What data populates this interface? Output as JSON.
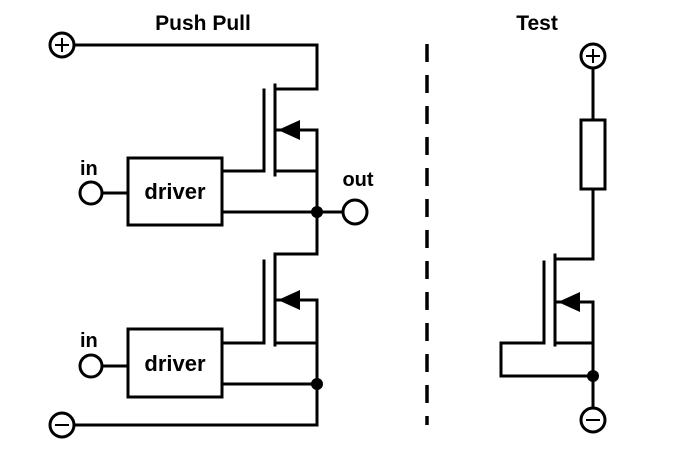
{
  "titles": {
    "left": "Push Pull",
    "right": "Test"
  },
  "labels": {
    "in_top": "in",
    "in_bottom": "in",
    "out": "out",
    "driver_top": "driver",
    "driver_bottom": "driver"
  },
  "symbols": {
    "plus": "+",
    "minus": "−"
  },
  "icons": {
    "positive_terminal": "plus-terminal-icon",
    "negative_terminal": "minus-terminal-icon",
    "input_terminal": "open-circle-terminal-icon",
    "output_terminal": "open-circle-terminal-icon",
    "transistor": "n-channel-mosfet-icon",
    "load": "resistor-icon",
    "junction": "junction-dot-icon"
  },
  "colors": {
    "ink": "#000000",
    "background": "#ffffff"
  }
}
